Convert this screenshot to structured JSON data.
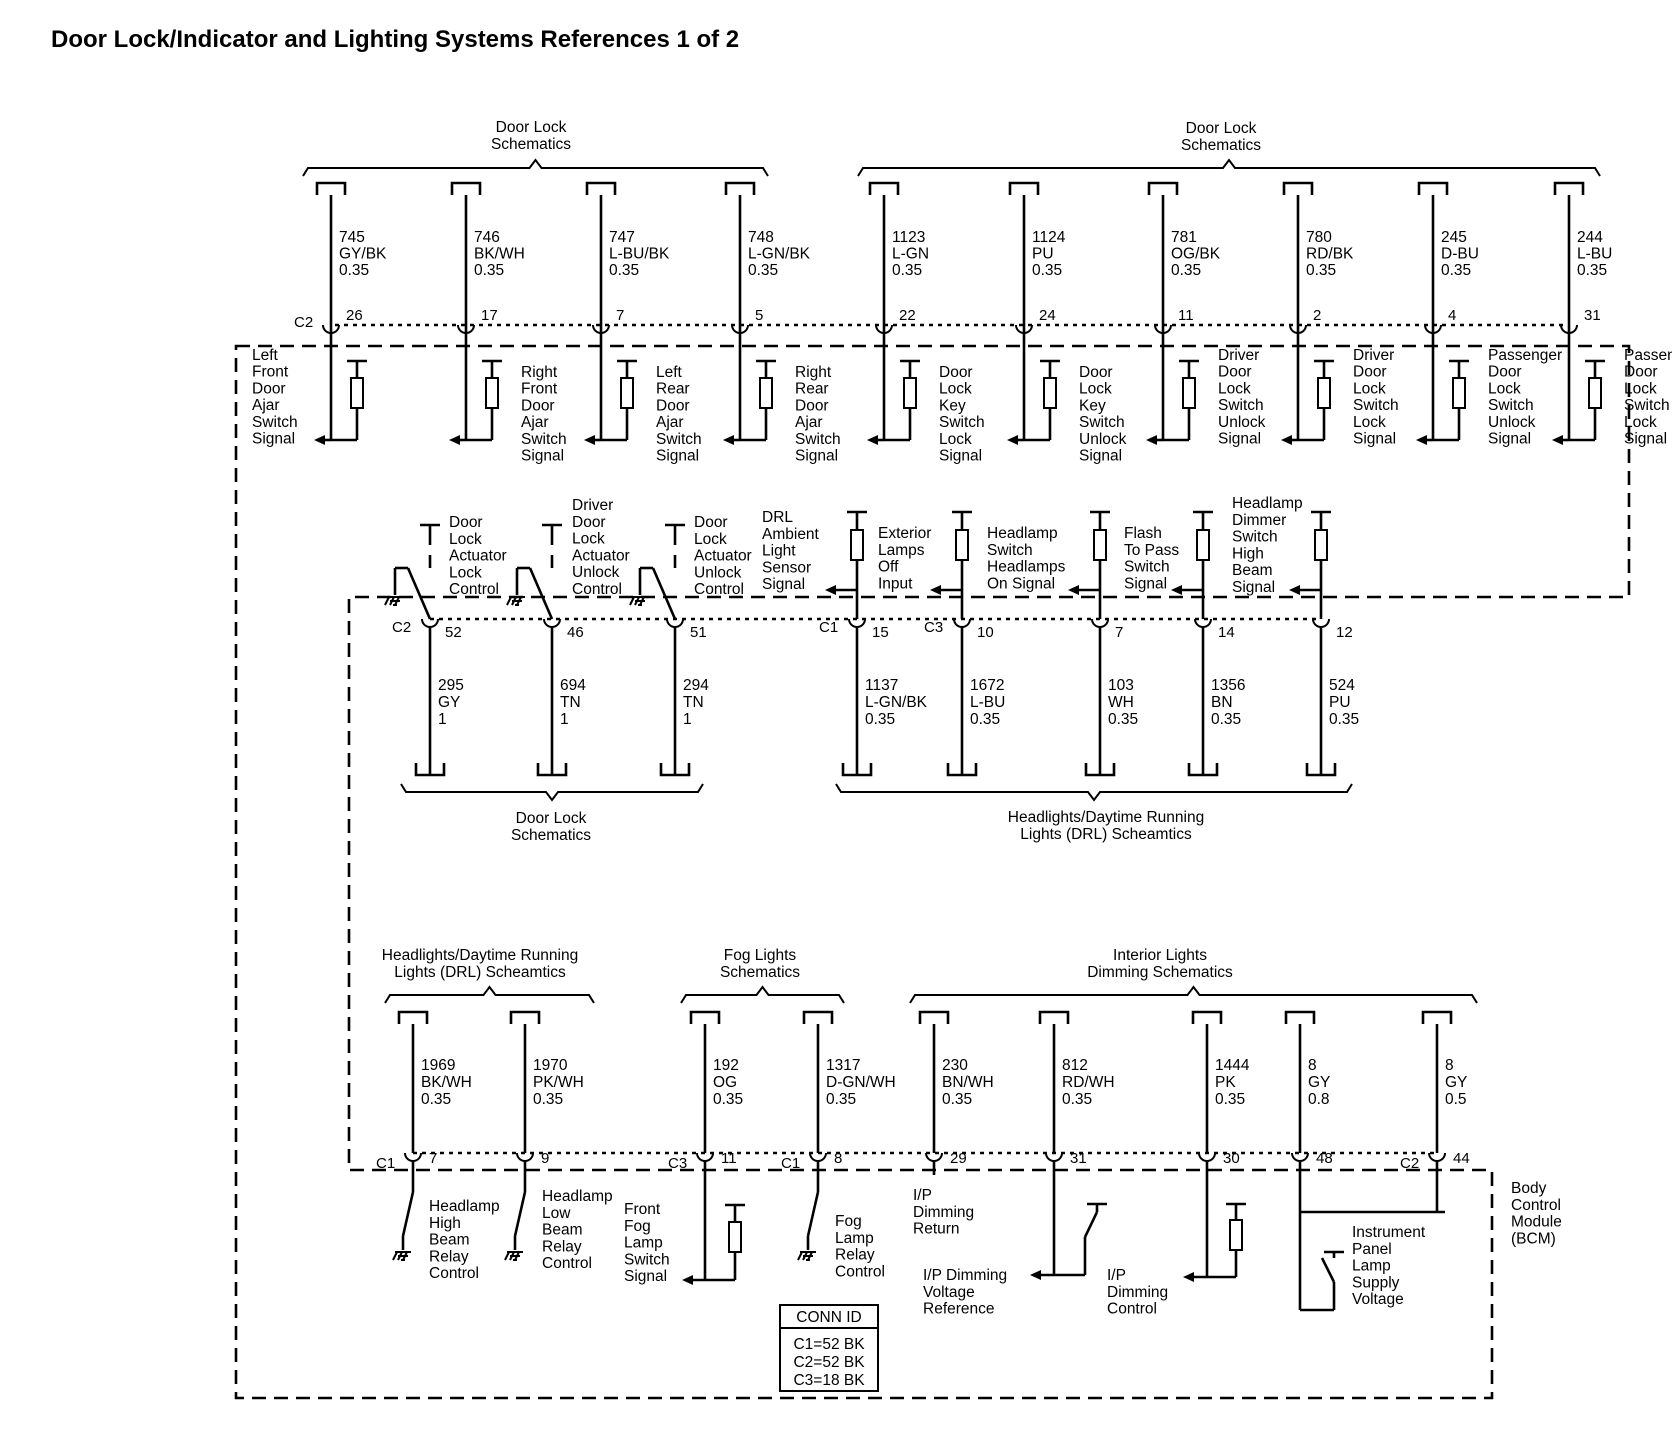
{
  "title": "Door Lock/Indicator and Lighting Systems References 1 of 2",
  "module_label": [
    "Body",
    "Control",
    "Module",
    "(BCM)"
  ],
  "conn_id": {
    "title": "CONN ID",
    "lines": [
      "C1=52 BK",
      "C2=52 BK",
      "C3=18 BK"
    ]
  },
  "groups": [
    {
      "id": "top-left",
      "lines": [
        "Door Lock",
        "Schematics"
      ]
    },
    {
      "id": "top-right",
      "lines": [
        "Door Lock",
        "Schematics"
      ]
    },
    {
      "id": "mid-left",
      "lines": [
        "Door Lock",
        "Schematics"
      ]
    },
    {
      "id": "mid-right",
      "lines": [
        "Headlights/Daytime Running",
        "Lights (DRL) Scheamtics"
      ]
    },
    {
      "id": "bot-a",
      "lines": [
        "Headlights/Daytime Running",
        "Lights (DRL) Scheamtics"
      ]
    },
    {
      "id": "bot-b",
      "lines": [
        "Fog Lights",
        "Schematics"
      ]
    },
    {
      "id": "bot-c",
      "lines": [
        "Interior Lights",
        "Dimming Schematics"
      ]
    }
  ],
  "top_row": [
    {
      "conn": "C2",
      "pin": "26",
      "wire": [
        "745",
        "GY/BK",
        "0.35"
      ],
      "func": [
        "Left",
        "Front",
        "Door",
        "Ajar",
        "Switch",
        "Signal"
      ]
    },
    {
      "pin": "17",
      "wire": [
        "746",
        "BK/WH",
        "0.35"
      ],
      "func": [
        "Right",
        "Front",
        "Door",
        "Ajar",
        "Switch",
        "Signal"
      ]
    },
    {
      "pin": "7",
      "wire": [
        "747",
        "L-BU/BK",
        "0.35"
      ],
      "func": [
        "Left",
        "Rear",
        "Door",
        "Ajar",
        "Switch",
        "Signal"
      ]
    },
    {
      "pin": "5",
      "wire": [
        "748",
        "L-GN/BK",
        "0.35"
      ],
      "func": [
        "Right",
        "Rear",
        "Door",
        "Ajar",
        "Switch",
        "Signal"
      ]
    },
    {
      "pin": "22",
      "wire": [
        "1123",
        "L-GN",
        "0.35"
      ],
      "func": [
        "Door",
        "Lock",
        "Key",
        "Switch",
        "Lock",
        "Signal"
      ]
    },
    {
      "pin": "24",
      "wire": [
        "1124",
        "PU",
        "0.35"
      ],
      "func": [
        "Door",
        "Lock",
        "Key",
        "Switch",
        "Unlock",
        "Signal"
      ]
    },
    {
      "pin": "11",
      "wire": [
        "781",
        "OG/BK",
        "0.35"
      ],
      "func": [
        "Driver",
        "Door",
        "Lock",
        "Switch",
        "Unlock",
        "Signal"
      ]
    },
    {
      "pin": "2",
      "wire": [
        "780",
        "RD/BK",
        "0.35"
      ],
      "func": [
        "Driver",
        "Door",
        "Lock",
        "Switch",
        "Lock",
        "Signal"
      ]
    },
    {
      "pin": "4",
      "wire": [
        "245",
        "D-BU",
        "0.35"
      ],
      "func": [
        "Passenger",
        "Door",
        "Lock",
        "Switch",
        "Unlock",
        "Signal"
      ]
    },
    {
      "pin": "31",
      "wire": [
        "244",
        "L-BU",
        "0.35"
      ],
      "func": [
        "Passenger",
        "Door",
        "Lock",
        "Switch",
        "Lock",
        "Signal"
      ]
    }
  ],
  "mid_row": [
    {
      "conn": "C2",
      "pin": "52",
      "wire": [
        "295",
        "GY",
        "1"
      ],
      "func": [
        "Door",
        "Lock",
        "Actuator",
        "Lock",
        "Control"
      ]
    },
    {
      "pin": "46",
      "wire": [
        "694",
        "TN",
        "1"
      ],
      "func": [
        "Driver",
        "Door",
        "Lock",
        "Actuator",
        "Unlock",
        "Control"
      ]
    },
    {
      "pin": "51",
      "wire": [
        "294",
        "TN",
        "1"
      ],
      "func": [
        "Door",
        "Lock",
        "Actuator",
        "Unlock",
        "Control"
      ]
    },
    {
      "conn": "C1",
      "pin": "15",
      "wire": [
        "1137",
        "L-GN/BK",
        "0.35"
      ],
      "func": [
        "DRL",
        "Ambient",
        "Light",
        "Sensor",
        "Signal"
      ]
    },
    {
      "conn": "C3",
      "pin": "10",
      "wire": [
        "1672",
        "L-BU",
        "0.35"
      ],
      "func": [
        "Exterior",
        "Lamps",
        "Off",
        "Input"
      ]
    },
    {
      "pin": "7",
      "wire": [
        "103",
        "WH",
        "0.35"
      ],
      "func": [
        "Headlamp",
        "Switch",
        "Headlamps",
        "On Signal"
      ]
    },
    {
      "pin": "14",
      "wire": [
        "1356",
        "BN",
        "0.35"
      ],
      "func": [
        "Flash",
        "To Pass",
        "Switch",
        "Signal"
      ]
    },
    {
      "pin": "12",
      "wire": [
        "524",
        "PU",
        "0.35"
      ],
      "func": [
        "Headlamp",
        "Dimmer",
        "Switch",
        "High",
        "Beam",
        "Signal"
      ]
    }
  ],
  "bot_row": [
    {
      "conn": "C1",
      "pin": "7",
      "wire": [
        "1969",
        "BK/WH",
        "0.35"
      ],
      "func": [
        "Headlamp",
        "High",
        "Beam",
        "Relay",
        "Control"
      ]
    },
    {
      "pin": "9",
      "wire": [
        "1970",
        "PK/WH",
        "0.35"
      ],
      "func": [
        "Headlamp",
        "Low",
        "Beam",
        "Relay",
        "Control"
      ]
    },
    {
      "conn": "C3",
      "pin": "11",
      "wire": [
        "192",
        "OG",
        "0.35"
      ],
      "func": [
        "Front",
        "Fog",
        "Lamp",
        "Switch",
        "Signal"
      ]
    },
    {
      "conn": "C1",
      "pin": "8",
      "wire": [
        "1317",
        "D-GN/WH",
        "0.35"
      ],
      "func": [
        "Fog",
        "Lamp",
        "Relay",
        "Control"
      ]
    },
    {
      "pin": "29",
      "wire": [
        "230",
        "BN/WH",
        "0.35"
      ],
      "func": [
        "I/P",
        "Dimming",
        "Return"
      ]
    },
    {
      "pin": "31",
      "wire": [
        "812",
        "RD/WH",
        "0.35"
      ],
      "func": [
        "I/P Dimming",
        "Voltage",
        "Reference"
      ]
    },
    {
      "pin": "30",
      "wire": [
        "1444",
        "PK",
        "0.35"
      ],
      "func": [
        "I/P",
        "Dimming",
        "Control"
      ]
    },
    {
      "pin": "48",
      "wire": [
        "8",
        "GY",
        "0.8"
      ],
      "func": [
        "Instrument",
        "Panel",
        "Lamp",
        "Supply",
        "Voltage"
      ]
    },
    {
      "conn": "C2",
      "pin": "44",
      "wire": [
        "8",
        "GY",
        "0.5"
      ]
    }
  ]
}
